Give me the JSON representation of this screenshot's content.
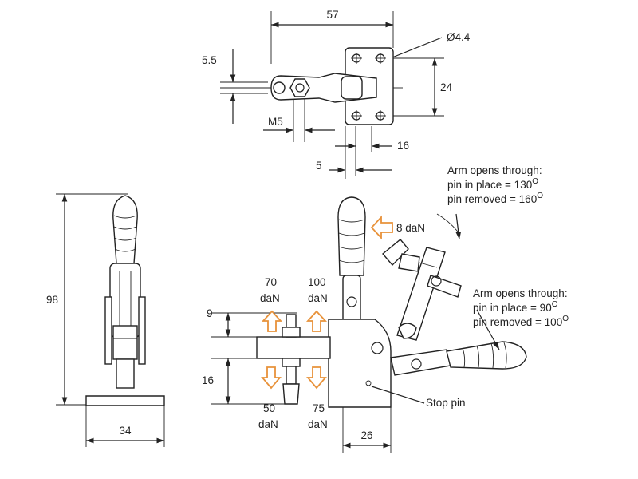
{
  "colors": {
    "ink": "#222222",
    "force_arrow": "#e8923a",
    "background": "#ffffff"
  },
  "top_view": {
    "dim_width": "57",
    "dim_hole": "Ø4.4",
    "dim_height": "24",
    "dim_offset": "5.5",
    "dim_thread": "M5",
    "dim_a": "16",
    "dim_b": "5"
  },
  "end_view": {
    "dim_height": "98",
    "dim_base": "34"
  },
  "side_view": {
    "dim_9": "9",
    "dim_16": "16",
    "dim_26": "26",
    "force_handle": "8 daN",
    "force_70_value": "70",
    "force_70_unit": "daN",
    "force_100_value": "100",
    "force_100_unit": "daN",
    "force_50_value": "50",
    "force_50_unit": "daN",
    "force_75_value": "75",
    "force_75_unit": "daN",
    "stop_pin": "Stop pin"
  },
  "notes": {
    "arm_upper": {
      "line1": "Arm opens through:",
      "line2_prefix": "pin in place = 130",
      "line3_prefix": "pin removed = 160",
      "degree_mark": "O"
    },
    "arm_lower": {
      "line1": "Arm opens through:",
      "line2_prefix": "pin in place = 90",
      "line3_prefix": "pin removed = 100",
      "degree_mark": "O"
    }
  }
}
